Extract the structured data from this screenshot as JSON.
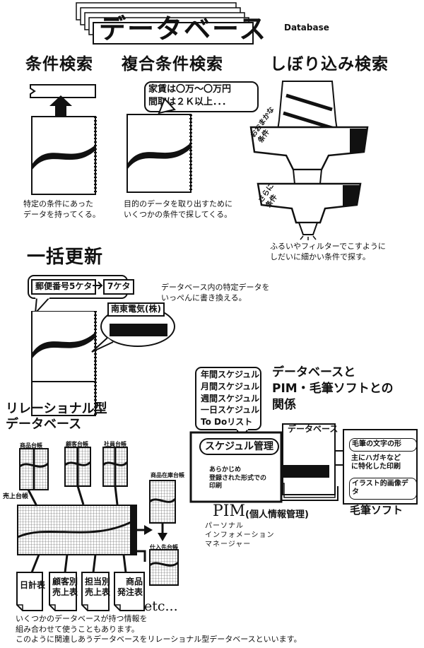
{
  "title": {
    "main": "データベース",
    "sub": "Database"
  },
  "search": {
    "condition": {
      "heading": "条件検索",
      "caption": "特定の条件にあった\nデータを持ってくる。"
    },
    "compound": {
      "heading": "複合条件検索",
      "bubble": "家賃は〇万〜〇万円\n間取は２Ｋ以上．．．",
      "caption": "目的のデータを取り出すために\nいくつかの条件で探してくる。"
    },
    "filter": {
      "heading": "しぼり込み検索",
      "label_rough": "おおまかな\n条件",
      "label_fine": "さらに\n条件",
      "caption": "ふるいやフィルターでこすように\nしだいに細かい条件で探す。"
    }
  },
  "bulk_update": {
    "heading": "一括更新",
    "bubble_postal_old": "郵便番号5ケタ",
    "bubble_postal_new": "7ケタ",
    "company": "南東電気(株)",
    "caption": "データベース内の特定データを\nいっぺんに書き換える。"
  },
  "pim_relation": {
    "heading": "データベースと\nPIM・毛筆ソフトとの\n関係",
    "schedule_list": [
      "年間スケジュル",
      "月間スケジュル",
      "週間スケジュル",
      "一日スケジュル",
      "To Doリスト"
    ],
    "schedule_manage": "スケジュル管理",
    "print_note": "あらかじめ\n登録された形式での\n印刷",
    "pim_label": "PIM",
    "pim_name": "(個人情報管理)",
    "pim_reading": "パーソナル\nインフォメーション\nマネージャー",
    "database_label": "データベース",
    "brush_items": [
      "毛筆の文字の形",
      "主にハガキなど",
      "に特化した印刷",
      "イラスト的画像デタ"
    ],
    "brush_label": "毛筆ソフト"
  },
  "relational": {
    "heading": "リレーショナル型\nデータベース",
    "ledgers": [
      "商品台帳",
      "顧客台帳",
      "社員台帳"
    ],
    "sales_ledger": "売上台帳",
    "stock_ledger": "商品在庫台帳",
    "supplier_ledger": "仕入先台帳",
    "reports": [
      "日計表",
      "顧客別\n売上表",
      "担当別\n売上表",
      "商品\n発注表"
    ],
    "etc": "etc...",
    "caption": "いくつかのデータベースが持つ情報を\n組み合わせて使うこともあります。\nこのように関連しあうデータベースをリレーショナル型データベースといいます。"
  }
}
